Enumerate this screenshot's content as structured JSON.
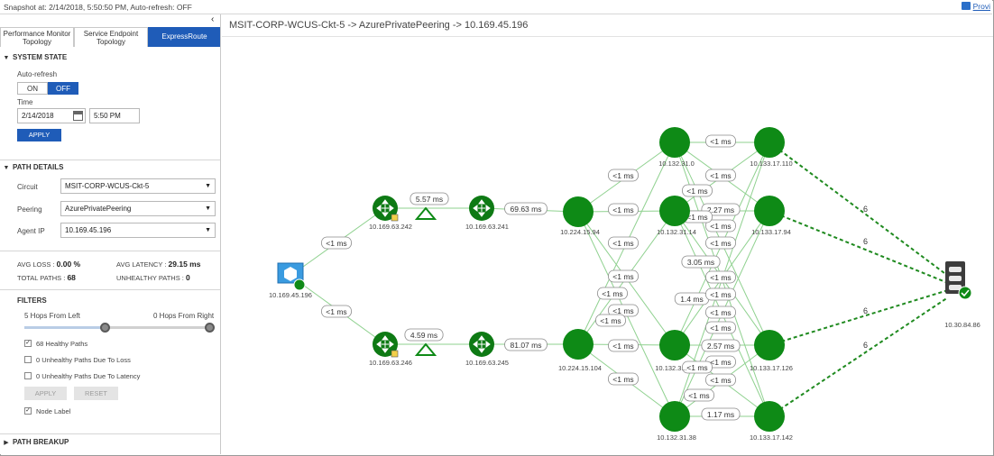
{
  "header": {
    "snapshot_text": "Snapshot at: 2/14/2018, 5:50:50 PM, Auto-refresh: OFF",
    "provider_link": "Provi"
  },
  "tabs": [
    {
      "label": "Performance Monitor Topology",
      "active": false
    },
    {
      "label": "Service Endpoint Topology",
      "active": false
    },
    {
      "label": "ExpressRoute Topology",
      "active": true
    }
  ],
  "system_state": {
    "title": "SYSTEM STATE",
    "auto_refresh_label": "Auto-refresh",
    "on_label": "ON",
    "off_label": "OFF",
    "selected": "OFF",
    "time_label": "Time",
    "date_value": "2/14/2018",
    "time_value": "5:50 PM",
    "apply_label": "APPLY"
  },
  "path_details": {
    "title": "PATH DETAILS",
    "circuit_label": "Circuit",
    "circuit_value": "MSIT-CORP-WCUS-Ckt-5",
    "peering_label": "Peering",
    "peering_value": "AzurePrivatePeering",
    "agent_ip_label": "Agent IP",
    "agent_ip_value": "10.169.45.196"
  },
  "stats": {
    "avg_loss_label": "AVG LOSS :",
    "avg_loss_value": "0.00 %",
    "avg_latency_label": "AVG LATENCY :",
    "avg_latency_value": "29.15 ms",
    "total_paths_label": "TOTAL PATHS :",
    "total_paths_value": "68",
    "unhealthy_paths_label": "UNHEALTHY PATHS :",
    "unhealthy_paths_value": "0"
  },
  "filters": {
    "title": "FILTERS",
    "hops_left_label": "5 Hops From Left",
    "hops_right_label": "0 Hops From Right",
    "hops_left_fraction": 0.43,
    "checks": [
      {
        "label": "68 Healthy Paths",
        "checked": true
      },
      {
        "label": "0 Unhealthy Paths Due To Loss",
        "checked": false
      },
      {
        "label": "0 Unhealthy Paths Due To Latency",
        "checked": false
      }
    ],
    "apply_label": "APPLY",
    "reset_label": "RESET",
    "node_label": "Node Label",
    "node_label_checked": true
  },
  "path_breakup": {
    "title": "PATH BREAKUP"
  },
  "main": {
    "path_title": "MSIT-CORP-WCUS-Ckt-5 -> AzurePrivatePeering -> 10.169.45.196"
  },
  "topology": {
    "colors": {
      "node": "#0e8a16",
      "link": "#8fd18f",
      "dashed": "#1f8a1f",
      "label_border": "#8a8a8a",
      "router_bg": "#0e7a14"
    },
    "nodes": {
      "src": "10.169.45.196",
      "r1": "10.169.63.242",
      "r2": "10.169.63.246",
      "r3": "10.169.63.241",
      "r4": "10.169.63.245",
      "a1": "10.224.15.94",
      "a2": "10.224.15.104",
      "b1": "10.132.31.0",
      "b2": "10.132.31.14",
      "b3": "10.132.3...",
      "b4": "10.132.31.38",
      "c1": "10.133.17.110",
      "c2": "10.133.17.94",
      "c3": "10.133.17.126",
      "c4": "10.133.17.142",
      "dst": "10.30.84.86"
    },
    "edge_labels": {
      "src_r1": "<1 ms",
      "src_r2": "<1 ms",
      "r1_r3": "5.57 ms",
      "r2_r4": "4.59 ms",
      "r3_a1": "69.63 ms",
      "r4_a2": "81.07 ms",
      "a1_b1": "<1 ms",
      "a1_b2": "<1 ms",
      "a1_b3": "<1 ms",
      "a1_b4": "<1 ms",
      "a2_b1": "<1 ms",
      "a2_b2": "<1 ms",
      "a2_b3": "<1 ms",
      "a2_b4": "<1 ms",
      "b1_c1": "<1 ms",
      "b1_c2": "<1 ms",
      "b1_c3": "<1 ms",
      "b2_c2": "2.27 ms",
      "b2_c1": "<1 ms",
      "b2_c3": "<1 ms",
      "b2_c4": "3.05 ms",
      "b3_c2": "1.4 ms",
      "b3_c3": "2.57 ms",
      "b3_c4": "<1 ms",
      "b4_c4": "1.17 ms",
      "b4_c1": "<1 ms",
      "b4_c3": "<1 ms",
      "b4_c2": "<1 ms",
      "m1": "<1 ms",
      "m2": "<1 ms",
      "m3": "<1 ms",
      "m4": "<1 ms",
      "m5": "<1 ms",
      "m6": "<1 ms"
    },
    "dst_link_labels": [
      "6",
      "6",
      "6",
      "6"
    ]
  }
}
